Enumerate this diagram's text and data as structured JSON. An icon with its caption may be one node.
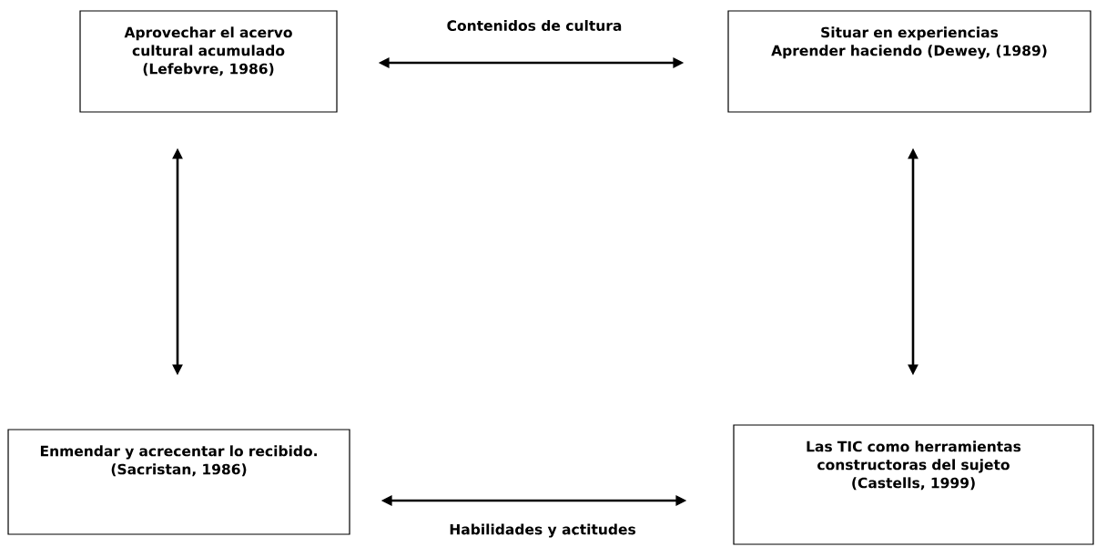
{
  "diagram": {
    "nodes": [
      {
        "text": [
          "Aprovechar el acervo cultural acumulado",
          "(Lefebvre, 1986)"
        ]
      },
      {
        "text": [
          "Situar en experiencias",
          "Aprender haciendo (Dewey, (1989)"
        ]
      },
      {
        "text": [
          "Enmendar y acrecentar lo recibido.",
          "(Sacristan, 1986)"
        ]
      },
      {
        "text": [
          "Las TIC como herramientas constructoras del sujeto",
          "(Castells, 1999)"
        ]
      }
    ],
    "edges": [
      {
        "from": 0,
        "to": 1,
        "arrow": "both",
        "label": "Contenidos de cultura"
      },
      {
        "from": 0,
        "to": 2,
        "arrow": "both"
      },
      {
        "from": 1,
        "to": 3,
        "arrow": "both"
      },
      {
        "from": 2,
        "to": 3,
        "arrow": "both",
        "label": "Habilidades y actitudes"
      }
    ]
  }
}
